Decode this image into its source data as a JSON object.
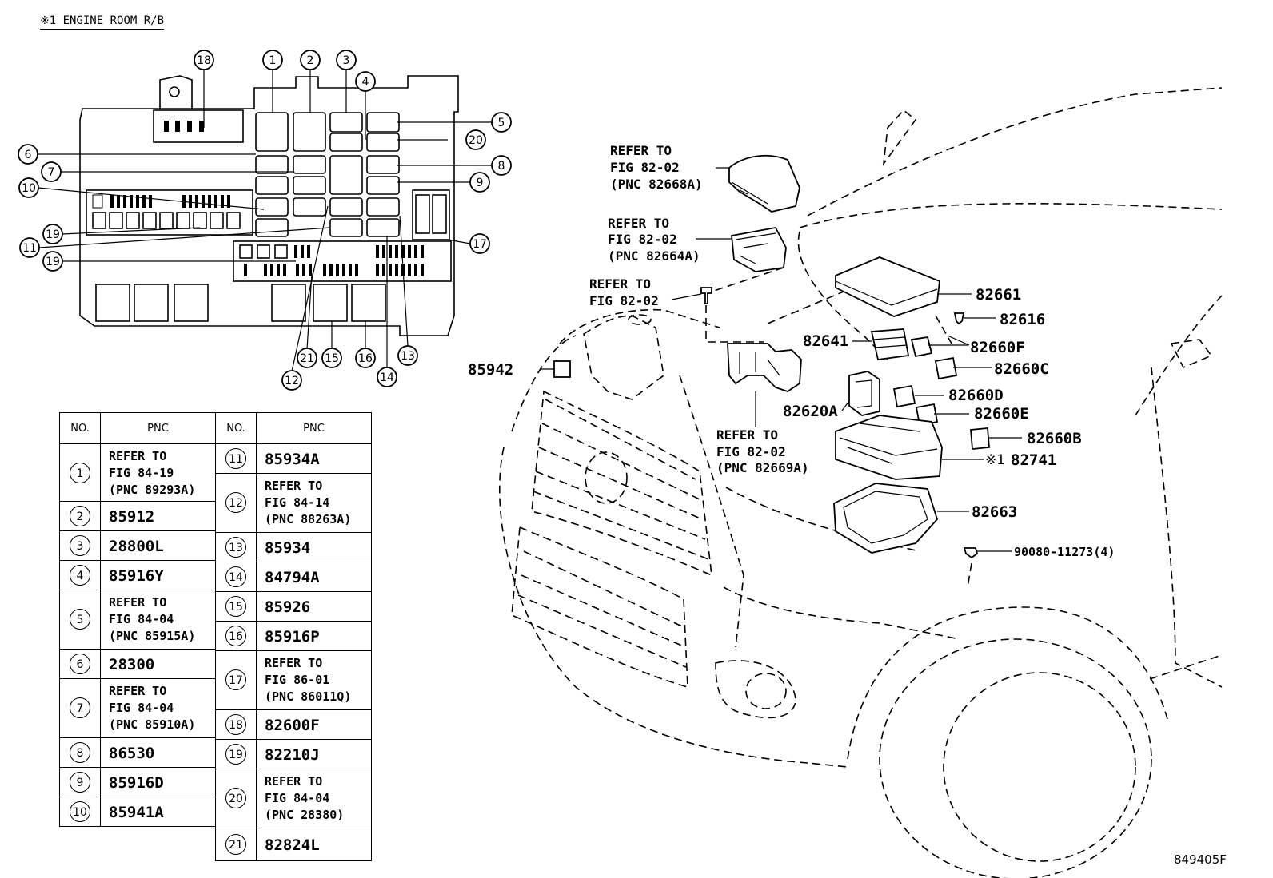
{
  "caption": "※1 ENGINE ROOM R/B",
  "figure_id": "849405F",
  "table": {
    "headers": {
      "no": "NO.",
      "pnc": "PNC"
    },
    "left": [
      {
        "no": "1",
        "pnc": "REFER TO\nFIG 84-19\n(PNC 89293A)"
      },
      {
        "no": "2",
        "pnc": "85912"
      },
      {
        "no": "3",
        "pnc": "28800L"
      },
      {
        "no": "4",
        "pnc": "85916Y"
      },
      {
        "no": "5",
        "pnc": "REFER TO\nFIG 84-04\n(PNC 85915A)"
      },
      {
        "no": "6",
        "pnc": "28300"
      },
      {
        "no": "7",
        "pnc": "REFER TO\nFIG 84-04\n(PNC 85910A)"
      },
      {
        "no": "8",
        "pnc": "86530"
      },
      {
        "no": "9",
        "pnc": "85916D"
      },
      {
        "no": "10",
        "pnc": "85941A"
      }
    ],
    "right": [
      {
        "no": "11",
        "pnc": "85934A"
      },
      {
        "no": "12",
        "pnc": "REFER TO\nFIG 84-14\n(PNC 88263A)"
      },
      {
        "no": "13",
        "pnc": "85934"
      },
      {
        "no": "14",
        "pnc": "84794A"
      },
      {
        "no": "15",
        "pnc": "85926"
      },
      {
        "no": "16",
        "pnc": "85916P"
      },
      {
        "no": "17",
        "pnc": "REFER TO\nFIG 86-01\n(PNC 86011Q)"
      },
      {
        "no": "18",
        "pnc": "82600F"
      },
      {
        "no": "19",
        "pnc": "82210J"
      },
      {
        "no": "20",
        "pnc": "REFER TO\nFIG 84-04\n(PNC 28380)"
      },
      {
        "no": "21",
        "pnc": "82824L"
      }
    ]
  },
  "callouts": {
    "c1": "1",
    "c2": "2",
    "c3": "3",
    "c4": "4",
    "c5": "5",
    "c6": "6",
    "c7": "7",
    "c8": "8",
    "c9": "9",
    "c10": "10",
    "c11": "11",
    "c12": "12",
    "c13": "13",
    "c14": "14",
    "c15": "15",
    "c16": "16",
    "c17": "17",
    "c18": "18",
    "c19": "19",
    "c20": "20",
    "c21": "21"
  },
  "parts": {
    "refer_a": [
      "REFER TO",
      "FIG 82-02",
      "(PNC 82668A)"
    ],
    "refer_b": [
      "REFER TO",
      "FIG 82-02",
      "(PNC 82664A)"
    ],
    "refer_c": [
      "REFER TO",
      "FIG 82-02"
    ],
    "refer_d": [
      "REFER TO",
      "FIG 82-02",
      "(PNC 82669A)"
    ],
    "p82661": "82661",
    "p82616": "82616",
    "p82641": "82641",
    "p82660F": "82660F",
    "p82660C": "82660C",
    "p85942": "85942",
    "p82660D": "82660D",
    "p82620A": "82620A",
    "p82660E": "82660E",
    "p82660B": "82660B",
    "p82741_mark": "※1",
    "p82741": "82741",
    "p82663": "82663",
    "p90080": "90080-11273(4)"
  }
}
